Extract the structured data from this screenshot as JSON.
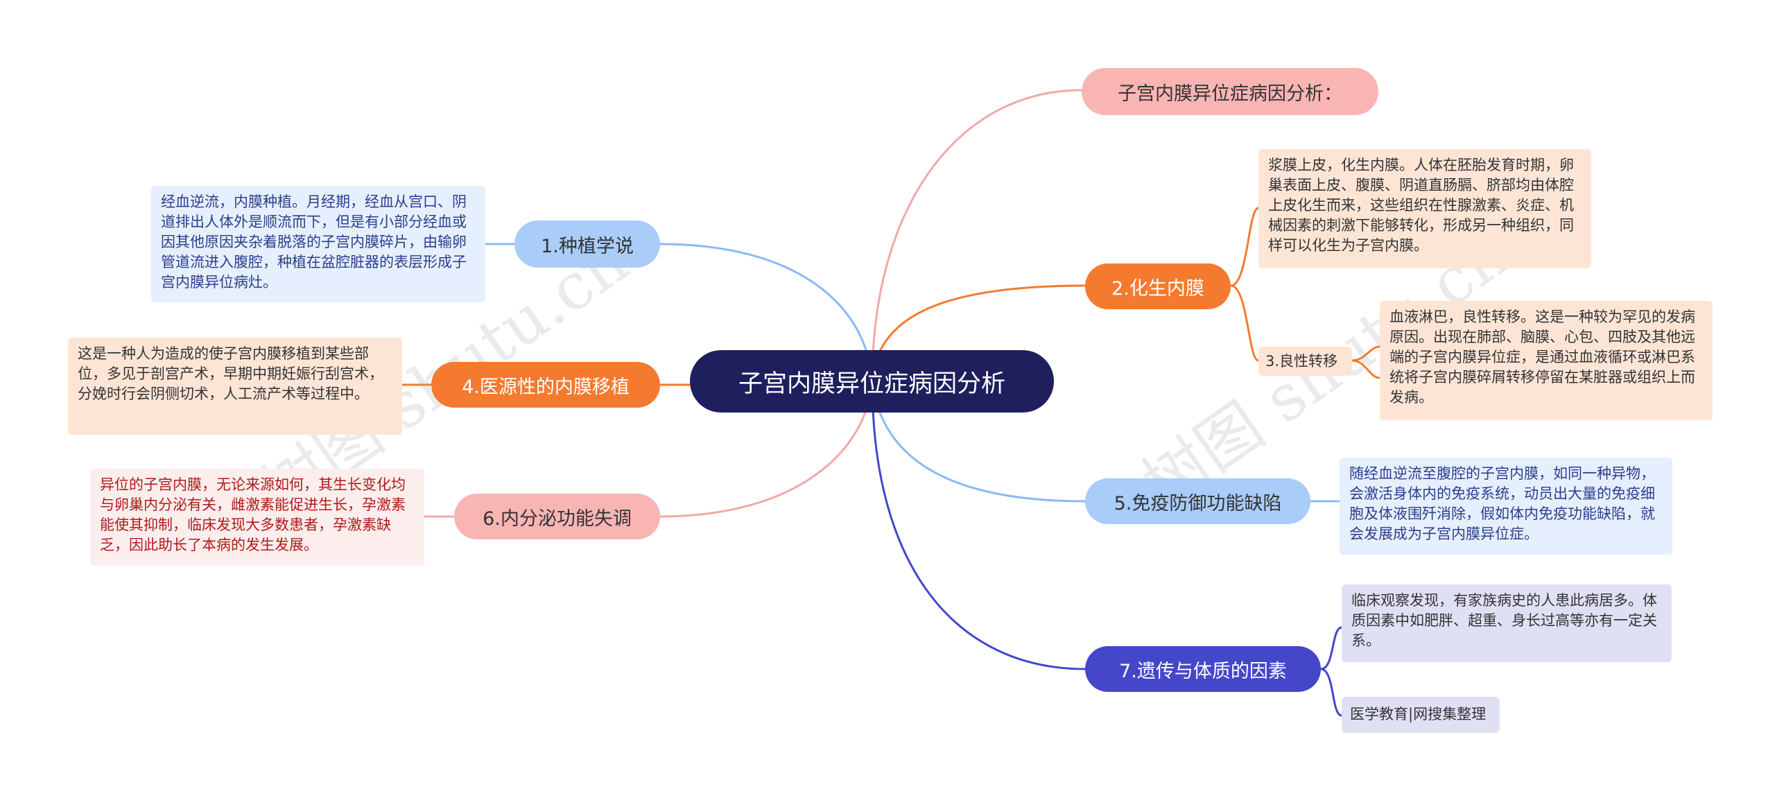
{
  "center": "子宫内膜异位症病因分析",
  "branches": {
    "b0": {
      "label": "子宫内膜异位症病因分析：",
      "color": "#f4a7a7"
    },
    "b1": {
      "label": "1.种植学说",
      "color": "#8cb8f5",
      "note": "经血逆流，内膜种植。月经期，经血从宫口、阴道排出人体外是顺流而下，但是有小部分经血或因其他原因夹杂着脱落的子宫内膜碎片，由输卵管道流进入腹腔，种植在盆腔脏器的表层形成子宫内膜异位病灶。"
    },
    "b2": {
      "label": "2.化生内膜",
      "color": "#f47a30",
      "note": "浆膜上皮，化生内膜。人体在胚胎发育时期，卵巢表面上皮、腹膜、阴道直肠膈、脐部均由体腔上皮化生而来，这些组织在性腺激素、炎症、机械因素的刺激下能够转化，形成另一种组织，同样可以化生为子宫内膜。",
      "sub": "3.良性转移",
      "sub_note": "血液淋巴，良性转移。这是一种较为罕见的发病原因。出现在肺部、脑膜、心包、四肢及其他远端的子宫内膜异位症，是通过血液循环或淋巴系统将子宫内膜碎屑转移停留在某脏器或组织上而发病。"
    },
    "b4": {
      "label": "4.医源性的内膜移植",
      "color": "#f47a30",
      "note": "这是一种人为造成的使子宫内膜移植到某些部位，多见于剖宫产术，早期中期妊娠行刮宫术，分娩时行会阴侧切术，人工流产术等过程中。"
    },
    "b5": {
      "label": "5.免疫防御功能缺陷",
      "color": "#8cb8f5",
      "note": "随经血逆流至腹腔的子宫内膜，如同一种异物，会激活身体内的免疫系统，动员出大量的免疫细胞及体液围歼消除，假如体内免疫功能缺陷，就会发展成为子宫内膜异位症。"
    },
    "b6": {
      "label": "6.内分泌功能失调",
      "color": "#f4a7a7",
      "note": "异位的子宫内膜，无论来源如何，其生长变化均与卵巢内分泌有关，雌激素能促进生长，孕激素能使其抑制，临床发现大多数患者，孕激素缺乏，因此助长了本病的发生发展。"
    },
    "b7": {
      "label": "7.遗传与体质的因素",
      "color": "#4447c9",
      "note": "临床观察发现，有家族病史的人患此病居多。体质因素中如肥胖、超重、身长过高等亦有一定关系。",
      "note2": "医学教育|网搜集整理"
    }
  },
  "watermarks": [
    "树图 shutu.cn",
    "树图 shutu.cn"
  ]
}
